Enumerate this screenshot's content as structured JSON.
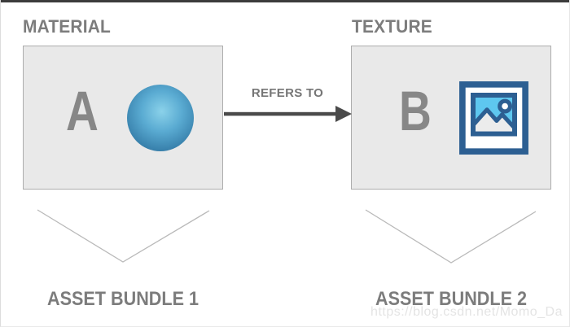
{
  "diagram": {
    "left": {
      "heading": "MATERIAL",
      "letter": "A",
      "bundle_label": "ASSET BUNDLE 1"
    },
    "right": {
      "heading": "TEXTURE",
      "letter": "B",
      "bundle_label": "ASSET BUNDLE 2"
    },
    "arrow_label": "REFERS TO"
  },
  "watermark": "https://blog.csdn.net/Momo_Da",
  "icons": {
    "sphere": "sphere-3d-icon",
    "image": "image-picture-icon",
    "arrow": "right-arrow-icon",
    "chevron": "chevron-down-icon"
  },
  "colors": {
    "box_fill": "#e9e9e9",
    "box_border": "#adadad",
    "heading_text": "#7c7c7c",
    "letter_text": "#878787",
    "arrow": "#4a4a4a",
    "arrow_label_text": "#767676",
    "chevron_line": "#b9b9b9",
    "bundle_text": "#7c7c7c",
    "watermark_text": "#e4e4e4",
    "sphere_highlight": "#8bd2ea",
    "sphere_dark": "#2b6390",
    "icon_blue": "#2d5f92",
    "icon_sky": "#5ec7ef",
    "top_strip": "#3c3c3c"
  }
}
